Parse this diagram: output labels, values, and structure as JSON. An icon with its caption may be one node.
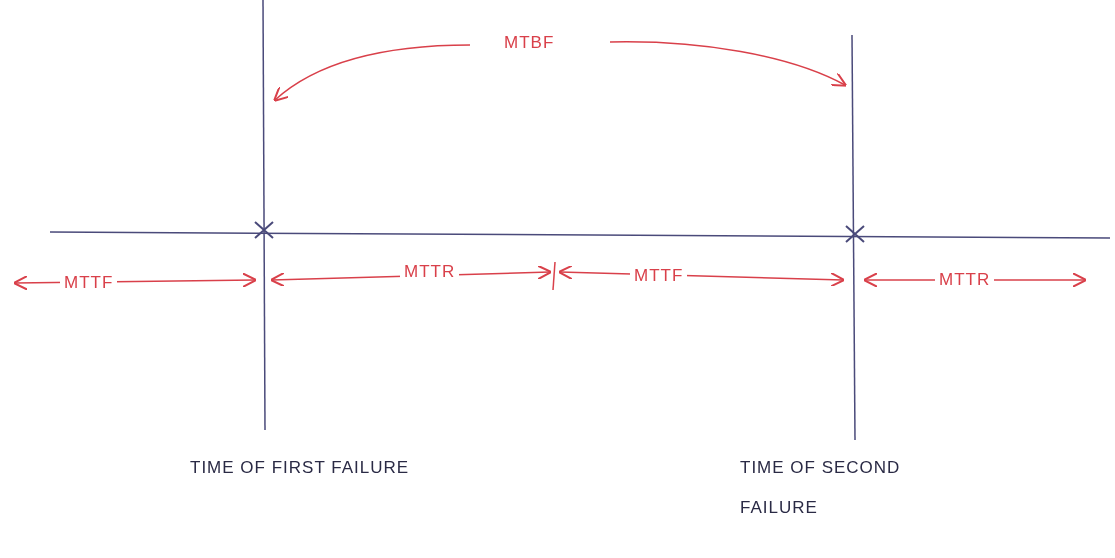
{
  "diagram": {
    "labels": [
      "MTBF",
      "MTTF",
      "MTTR",
      "MTTF",
      "MTTR",
      "TIME OF FIRST FAILURE",
      "TIME OF SECOND FAILURE"
    ]
  }
}
